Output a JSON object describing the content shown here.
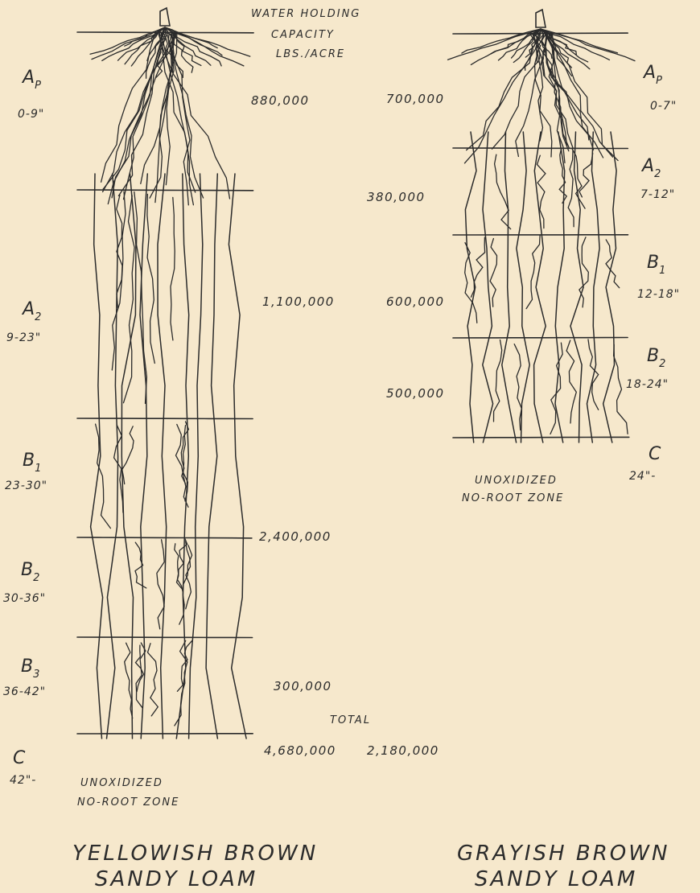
{
  "header": {
    "line1": "WATER HOLDING",
    "line2": "CAPACITY",
    "line3": "LBS./ACRE"
  },
  "left_profile": {
    "title_line1": "YELLOWISH BROWN",
    "title_line2": "SANDY LOAM",
    "horizons": [
      {
        "name": "A",
        "sub": "P",
        "depth": "0-9\"",
        "capacity": "880,000"
      },
      {
        "name": "A",
        "sub": "2",
        "depth": "9-23\"",
        "capacity": "1,100,000"
      },
      {
        "name": "B",
        "sub": "1",
        "depth": "23-30\"",
        "capacity": "2,400,000"
      },
      {
        "name": "B",
        "sub": "2",
        "depth": "30-36\"",
        "capacity": ""
      },
      {
        "name": "B",
        "sub": "3",
        "depth": "36-42\"",
        "capacity": "300,000"
      },
      {
        "name": "C",
        "sub": "",
        "depth": "42\"-",
        "capacity": ""
      }
    ],
    "total": "4,680,000",
    "zone_line1": "UNOXIDIZED",
    "zone_line2": "NO-ROOT ZONE"
  },
  "right_profile": {
    "title_line1": "GRAYISH BROWN",
    "title_line2": "SANDY LOAM",
    "horizons": [
      {
        "name": "A",
        "sub": "P",
        "depth": "0-7\"",
        "capacity": "700,000"
      },
      {
        "name": "A",
        "sub": "2",
        "depth": "7-12\"",
        "capacity": "380,000"
      },
      {
        "name": "B",
        "sub": "1",
        "depth": "12-18\"",
        "capacity": "600,000"
      },
      {
        "name": "B",
        "sub": "2",
        "depth": "18-24\"",
        "capacity": "500,000"
      },
      {
        "name": "C",
        "sub": "",
        "depth": "24\"-",
        "capacity": ""
      }
    ],
    "total": "2,180,000",
    "zone_line1": "UNOXIDIZED",
    "zone_line2": "NO-ROOT ZONE"
  },
  "total_label": "TOTAL",
  "colors": {
    "paper": "#f6e8cc",
    "ink": "#2b2b2b"
  }
}
